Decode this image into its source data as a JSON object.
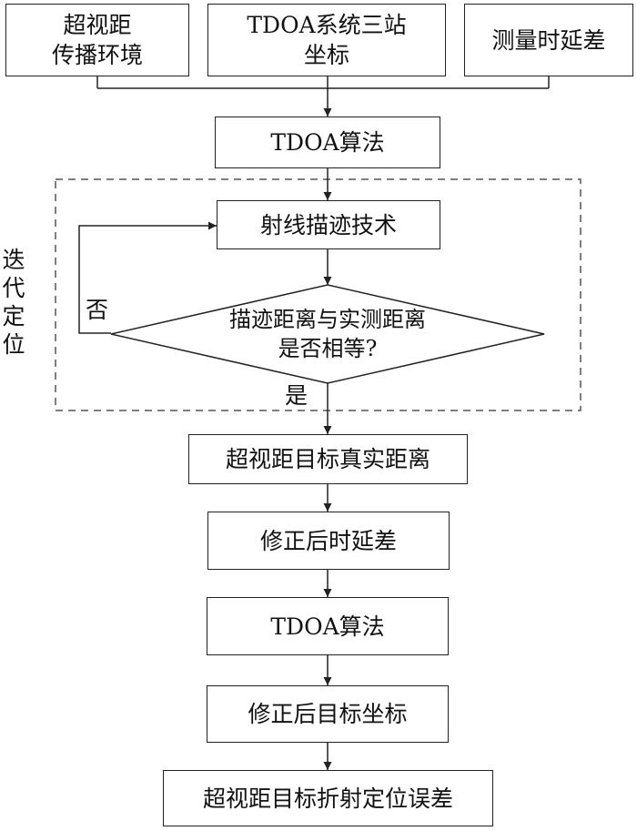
{
  "diagram": {
    "inputs": {
      "env": [
        "超视距",
        "传播环境"
      ],
      "coords": [
        "TDOA系统三站",
        "坐标"
      ],
      "delay": "测量时延差"
    },
    "tdoa_algorithm_1": "TDOA算法",
    "ray_tracing": "射线描迹技术",
    "decision": [
      "描迹距离与实测距离",
      "是否相等?"
    ],
    "branch_no": "否",
    "branch_yes": "是",
    "iteration_label": [
      "迭",
      "代",
      "定",
      "位"
    ],
    "true_distance": "超视距目标真实距离",
    "corrected_delay": "修正后时延差",
    "tdoa_algorithm_2": "TDOA算法",
    "corrected_coords": "修正后目标坐标",
    "result_error": "超视距目标折射定位误差"
  },
  "colors": {
    "stroke": "#222222",
    "dashed_border": "#555555",
    "background": "#ffffff"
  }
}
